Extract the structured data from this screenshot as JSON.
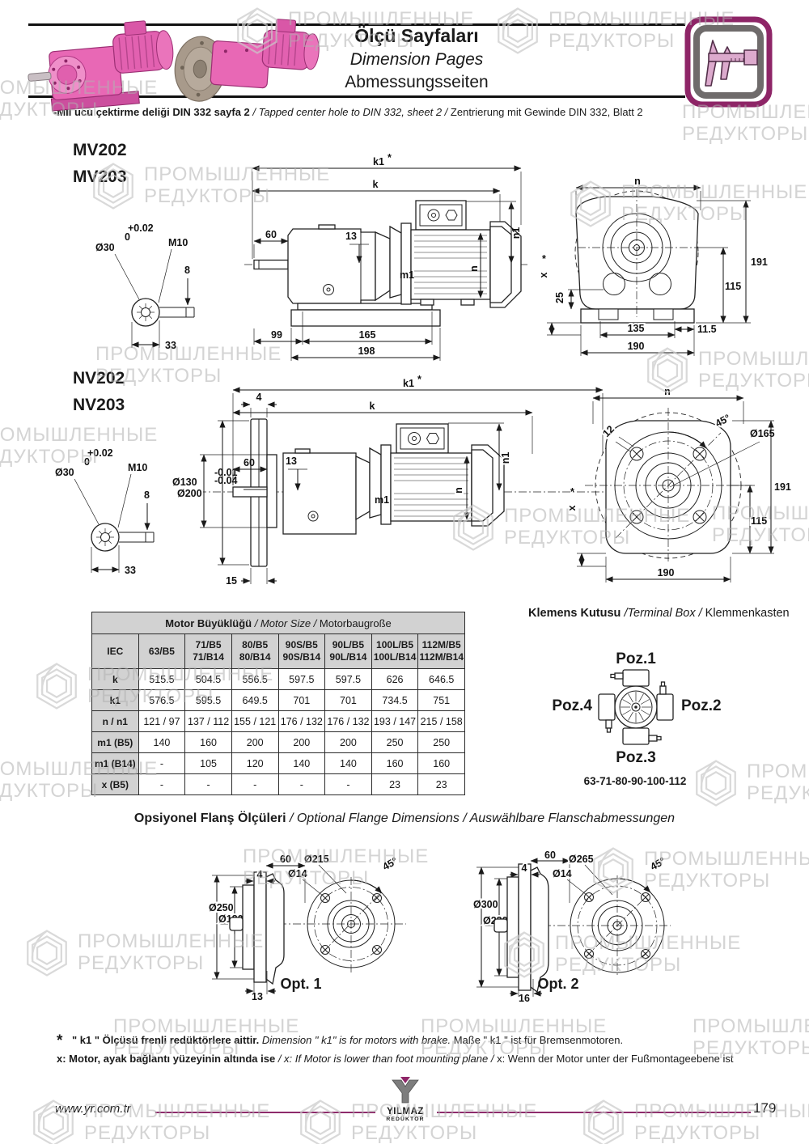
{
  "watermark": {
    "line1": "ПРОМЫШЛЕННЫЕ",
    "line2": "РЕДУКТОРЫ"
  },
  "header": {
    "title_tr": "Ölçü Sayfaları",
    "title_en": "Dimension Pages",
    "title_de": "Abmessungsseiten",
    "note_tr": "-Mil ucu çektirme deliği DIN 332 sayfa 2",
    "note_en": "/  Tapped center hole to DIN 332, sheet 2  /",
    "note_de": "Zentrierung mit Gewinde DIN 332, Blatt 2"
  },
  "mv": {
    "model1": "MV202",
    "model2": "MV203",
    "shaft": {
      "tol_plus": "+0.02",
      "tol_zero": "0",
      "dia": "Ø30",
      "thread": "M10",
      "d8": "8",
      "d33": "33"
    },
    "side": {
      "k1": "k1",
      "star": "*",
      "k": "k",
      "d60": "60",
      "d13": "13",
      "m1": "m1",
      "n1": "n1",
      "n": "n",
      "d99": "99",
      "d165": "165",
      "d198": "198"
    },
    "end": {
      "n": "n",
      "x": "x",
      "star": "*",
      "d25": "25",
      "d191": "191",
      "d115": "115",
      "d135": "135",
      "d115b": "11.5",
      "d190": "190"
    }
  },
  "nv": {
    "model1": "NV202",
    "model2": "NV203",
    "shaft": {
      "tol_plus": "+0.02",
      "tol_zero": "0",
      "dia": "Ø30",
      "thread": "M10",
      "d8": "8",
      "d33": "33"
    },
    "side": {
      "k1": "k1",
      "star": "*",
      "k": "k",
      "d4": "4",
      "dia200": "Ø200",
      "dia130": "Ø130",
      "tol1": "-0.01",
      "tol2": "-0.04",
      "d60": "60",
      "d13": "13",
      "m1": "m1",
      "n1": "n1",
      "n": "n",
      "d15": "15"
    },
    "end": {
      "n": "n",
      "d12": "12",
      "a45": "45°",
      "dia165": "Ø165",
      "x": "x",
      "star": "*",
      "d191": "191",
      "d115": "115",
      "d190": "190"
    }
  },
  "table": {
    "title_tr": "Motor Büyüklüğü",
    "title_en": " / Motor Size / ",
    "title_de": "Motorbaugroße",
    "iec": "IEC",
    "cols": [
      {
        "l1": "63/B5",
        "l2": ""
      },
      {
        "l1": "71/B5",
        "l2": "71/B14"
      },
      {
        "l1": "80/B5",
        "l2": "80/B14"
      },
      {
        "l1": "90S/B5",
        "l2": "90S/B14"
      },
      {
        "l1": "90L/B5",
        "l2": "90L/B14"
      },
      {
        "l1": "100L/B5",
        "l2": "100L/B14"
      },
      {
        "l1": "112M/B5",
        "l2": "112M/B14"
      }
    ],
    "rows": [
      {
        "label": "k",
        "v": [
          "515.5",
          "504.5",
          "556.5",
          "597.5",
          "597.5",
          "626",
          "646.5"
        ]
      },
      {
        "label": "k1",
        "v": [
          "576.5",
          "595.5",
          "649.5",
          "701",
          "701",
          "734.5",
          "751"
        ]
      },
      {
        "label": "n / n1",
        "v": [
          "121 / 97",
          "137 / 112",
          "155 / 121",
          "176 / 132",
          "176 / 132",
          "193 / 147",
          "215 / 158"
        ]
      },
      {
        "label": "m1 (B5)",
        "v": [
          "140",
          "160",
          "200",
          "200",
          "200",
          "250",
          "250"
        ]
      },
      {
        "label": "m1 (B14)",
        "v": [
          "-",
          "105",
          "120",
          "140",
          "140",
          "160",
          "160"
        ]
      },
      {
        "label": "x (B5)",
        "v": [
          "-",
          "-",
          "-",
          "-",
          "-",
          "23",
          "23"
        ]
      }
    ]
  },
  "terminal": {
    "title_tr": "Klemens Kutusu",
    "title_en": "/Terminal Box /",
    "title_de": "Klemmenkasten",
    "poz1": "Poz.1",
    "poz2": "Poz.2",
    "poz3": "Poz.3",
    "poz4": "Poz.4",
    "sizes": "63-71-80-90-100-112"
  },
  "flange": {
    "title_tr": "Opsiyonel Flanş Ölçüleri",
    "title_en": " / Optional Flange Dimensions / ",
    "title_de": "Auswählbare Flanschabmessungen",
    "opt1": {
      "label": "Opt. 1",
      "d60": "60",
      "d4": "4",
      "dia250": "Ø250",
      "dia180": "Ø180",
      "tol1": "-0.01",
      "tol2": "-0.04",
      "d13": "13",
      "dia215": "Ø215",
      "dia14": "Ø14",
      "a45": "45°"
    },
    "opt2": {
      "label": "Opt. 2",
      "d60": "60",
      "d4": "4",
      "dia300": "Ø300",
      "dia230": "Ø230",
      "tol1": "-0.02",
      "tol2": "-0.04",
      "d16": "16",
      "dia265": "Ø265",
      "dia14": "Ø14",
      "a45": "45°"
    }
  },
  "notes": {
    "star": "*",
    "n1_tr": "\" k1 \" Ölçüsü frenli redüktörlere aittir.",
    "n1_en": "Dimension \" k1\" is for motors with brake.",
    "n1_de": "Maße \" k1 \" ist für Bremsenmotoren.",
    "n2_tr": "x: Motor, ayak bağlantı yüzeyinin altında ise",
    "n2_en": "/ x: If Motor is lower than foot mounting plane /",
    "n2_de": "x: Wenn der Motor unter der Fußmontageebene ist"
  },
  "footer": {
    "url": "www.yr.com.tr",
    "brand_top": "YILMAZ",
    "brand_bottom": "REDÜKTÖR",
    "page": "179"
  }
}
